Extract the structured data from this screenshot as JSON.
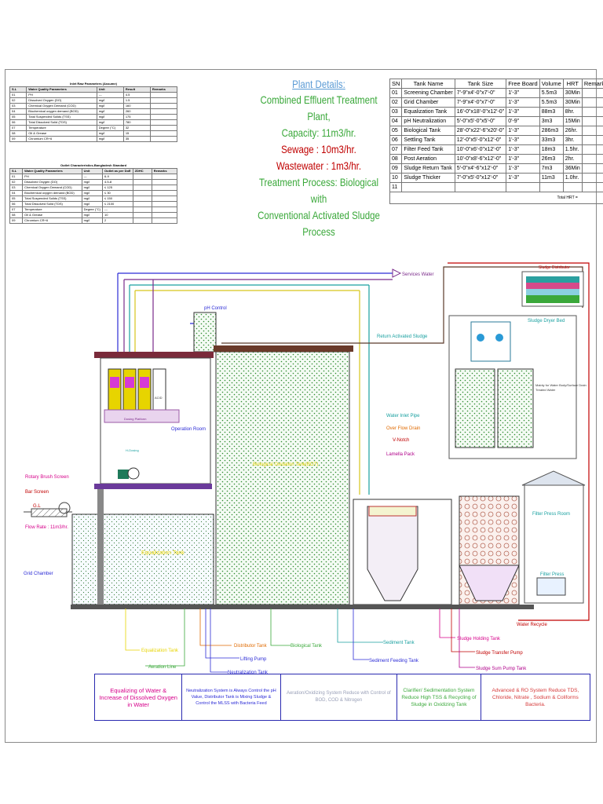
{
  "inlet_table": {
    "title": "Inlet Raw Parameters (Assume)",
    "headers": [
      "S.L",
      "Water Quality Parameters",
      "Unit",
      "Result",
      "Remarks"
    ],
    "rows": [
      [
        "01",
        "PH",
        "---",
        "4.5",
        ""
      ],
      [
        "02",
        "Dissolved Oxygen (DO)",
        "mg/l",
        "1.5",
        ""
      ],
      [
        "03",
        "Chemical Oxygen Demand (COD)",
        "mg/l",
        "160",
        ""
      ],
      [
        "04",
        "Biochemical oxygen demand (BOD)",
        "mg/l",
        "260",
        ""
      ],
      [
        "05",
        "Total Suspended Solids (TSS)",
        "mg/l",
        "175",
        ""
      ],
      [
        "06",
        "Total Dissolved Solid (TDS)",
        "mg/l",
        "780",
        ""
      ],
      [
        "07",
        "Temperature",
        "Degree (°C)",
        "32",
        ""
      ],
      [
        "08",
        "Oil & Grease",
        "mg/l",
        "15",
        ""
      ],
      [
        "09",
        "Chromium CR+6",
        "mg/l",
        "35",
        ""
      ]
    ]
  },
  "outlet_table": {
    "title": "Outlet Characteristics-Bangladesh Standard",
    "headers": [
      "S.L",
      "Water Quality Parameters",
      "Unit",
      "Outlet as per DoE",
      "ZDHC",
      "Remarks"
    ],
    "rows": [
      [
        "01",
        "PH",
        "---",
        "6-9",
        "",
        ""
      ],
      [
        "02",
        "Dissolved Oxygen (DO)",
        "mg/l",
        "4.5-8",
        "",
        ""
      ],
      [
        "03",
        "Chemical Oxygen Demand (COD)",
        "mg/l",
        "≤ 125",
        "",
        ""
      ],
      [
        "04",
        "Biochemical oxygen demand (BOD)",
        "mg/l",
        "≤ 30",
        "",
        ""
      ],
      [
        "05",
        "Total Suspended Solids (TSS)",
        "mg/l",
        "≤ 150",
        "",
        ""
      ],
      [
        "06",
        "Total Dissolved Solid (TDS)",
        "mg/l",
        "≤ 2100",
        "",
        ""
      ],
      [
        "07",
        "Temperature",
        "Degree (°C)",
        "---",
        "",
        ""
      ],
      [
        "08",
        "Oil & Grease",
        "mg/l",
        "10",
        "",
        ""
      ],
      [
        "09",
        "Chromium CR+6",
        "mg/l",
        "2",
        "",
        ""
      ]
    ]
  },
  "plant_details": {
    "heading": "Plant Details:",
    "line1": "Combined Effluent Treatment Plant,",
    "line2": "Capacity: 11m3/hr.",
    "line3": "Sewage : 10m3/hr.",
    "line4": "Wastewater : 1m3/hr.",
    "line5": "Treatment Process: Biological with",
    "line6": "Conventional Activated Sludge Process",
    "colors": {
      "heading": "#5b9bd5",
      "green": "#3aa83a",
      "red": "#c00000"
    }
  },
  "tank_table": {
    "headers": [
      "SN",
      "Tank Name",
      "Tank Size",
      "Free Board",
      "Volume",
      "HRT",
      "Remarks"
    ],
    "rows": [
      [
        "01",
        "Screening Chamber",
        "7'-9\"x4'-0\"x7'-0\"",
        "1'-3\"",
        "5.5m3",
        "30Min",
        ""
      ],
      [
        "02",
        "Grid Chamber",
        "7'-9\"x4'-0\"x7'-0\"",
        "1'-3\"",
        "5.5m3",
        "30Min",
        ""
      ],
      [
        "03",
        "Equalization Tank",
        "16'-0\"x18'-0\"x12'-0\"",
        "1'-3\"",
        "88m3",
        "8hr.",
        ""
      ],
      [
        "04",
        "pH Neutralization",
        "5'-0\"x5'-0\"x5'-0\"",
        "0'-9\"",
        "3m3",
        "15Min",
        ""
      ],
      [
        "05",
        "Biological Tank",
        "28'-0\"x22'-6\"x20'-0\"",
        "1'-3\"",
        "286m3",
        "26hr.",
        ""
      ],
      [
        "06",
        "Settling Tank",
        "12'-0\"x5'-0\"x12'-0\"",
        "1'-3\"",
        "33m3",
        "3hr.",
        ""
      ],
      [
        "07",
        "Filter Feed Tank",
        "10'-0\"x6'-0\"x12'-0\"",
        "1'-3\"",
        "18m3",
        "1.5hr.",
        ""
      ],
      [
        "08",
        "Post Aeration",
        "10'-0\"x8'-6\"x12'-0\"",
        "1'-3\"",
        "26m3",
        "2hr.",
        ""
      ],
      [
        "09",
        "Sludge Return Tank",
        "5'-0\"x4'-6\"x12'-0\"",
        "1'-3\"",
        "7m3",
        "36Min",
        ""
      ],
      [
        "10",
        "Sludge Thicker",
        "7'-0\"x5'-0\"x12'-0\"",
        "1'-3\"",
        "11m3",
        "1.0hr.",
        ""
      ],
      [
        "11",
        "",
        "",
        "",
        "",
        "",
        ""
      ]
    ],
    "total_label": "Total HRT ="
  },
  "diagram_labels": {
    "services_water": "Services Water",
    "ph_control": "pH Control",
    "return_activated_sludge": "Return Activated Sludge",
    "sludge_distributor": "Sludge Distributor",
    "sludge_dryer_bed": "Sludge Dryer Bed",
    "sludge_bed_label": "Mainly for Water Body/Surface Drain",
    "sludge_bed_label2": "Treated Water",
    "dosing_platform": "Dosing Platform",
    "acid": "ACID",
    "operation_room": "Operation Room",
    "water_inlet_pipe": "Water Inlet Pipe",
    "over_flow_drain": "Over Flow Drain",
    "v_notch": "V-Notch",
    "lamella_pack": "Lamella Pack",
    "rotary_brush_screen": "Rotary Brush Screen",
    "bar_screen": "Bar Screen",
    "gl": "G.L",
    "flow_rate": "Flow Rate : 11m3/hr.",
    "grid_chamber": "Grid Chamber",
    "equalization_inner": "Equalization Tank",
    "biological_inner": "Biological Oxidation Tank(BOT)",
    "filter_press_room": "Filter Press Room",
    "filter_press": "Filter Press",
    "water_recycle": "Water Recycle",
    "equalization_tank": "Equalization Tank",
    "aeration_line": "Aeration Line",
    "distributor_tank": "Distributor Tank",
    "lifting_pump": "Lifting Pump",
    "neutralization_tank": "Neutralization Tank",
    "biological_tank": "Biological Tank",
    "sediment_tank": "Sediment Tank",
    "sediment_feeding_tank": "Sediment Feeding Tank",
    "sludge_holding_tank": "Sludge  Holding Tank",
    "sludge_transfer_pump": "Sludge Transfer Pump",
    "sludge_sum_pump_tank": "Sludge Sum Pump Tank",
    "ph_dosing": "H-Dosing"
  },
  "bottom_boxes": {
    "box1": "Equalizing of Water & Increase of Dissolved Oxygen in Water",
    "box2": "Neutralization System is Always Control the pH Value, Distributor Tank is Mixing Sludge & Control the MLSS with Bacteria Feed",
    "box3": "Aeration/Oxidizing System Reduce with Control of BOD, COD & Nitrogen",
    "box4": "Clarifier/ Sedimentation System Reduce High TSS & Recycling of Sludge in Oxidizing Tank",
    "box5": "Advanced & RO System Reduce TDS, Chloride, Nitrate , Sodium & Coliforms Bacteria."
  }
}
